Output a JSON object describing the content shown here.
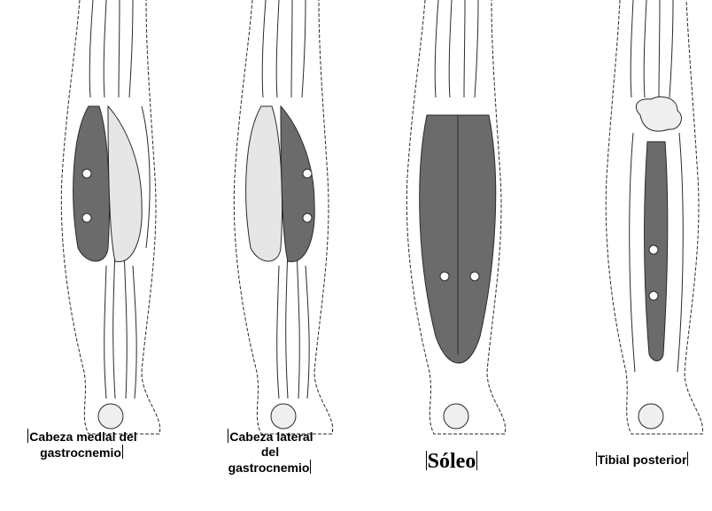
{
  "figure": {
    "panels": [
      {
        "id": "medial-gastrocnemius",
        "caption_lines": [
          "Cabeza medial del",
          "gastrocnemio"
        ],
        "highlight": "medial-head",
        "electrodes": 2
      },
      {
        "id": "lateral-gastrocnemius",
        "caption_lines": [
          "Cabeza lateral",
          "del",
          "gastrocnemio"
        ],
        "highlight": "lateral-head",
        "electrodes": 2
      },
      {
        "id": "soleus",
        "caption_lines": [
          "Sóleo"
        ],
        "highlight": "soleus",
        "electrodes": 2
      },
      {
        "id": "tibialis-posterior",
        "caption_lines": [
          "Tibial posterior"
        ],
        "highlight": "tibialis-posterior",
        "electrodes": 2
      }
    ]
  },
  "colors": {
    "outline": "#2a2a2a",
    "highlight": "#6b6b6b",
    "muscle_light": "#e6e6e6",
    "bone": "#efefef"
  }
}
